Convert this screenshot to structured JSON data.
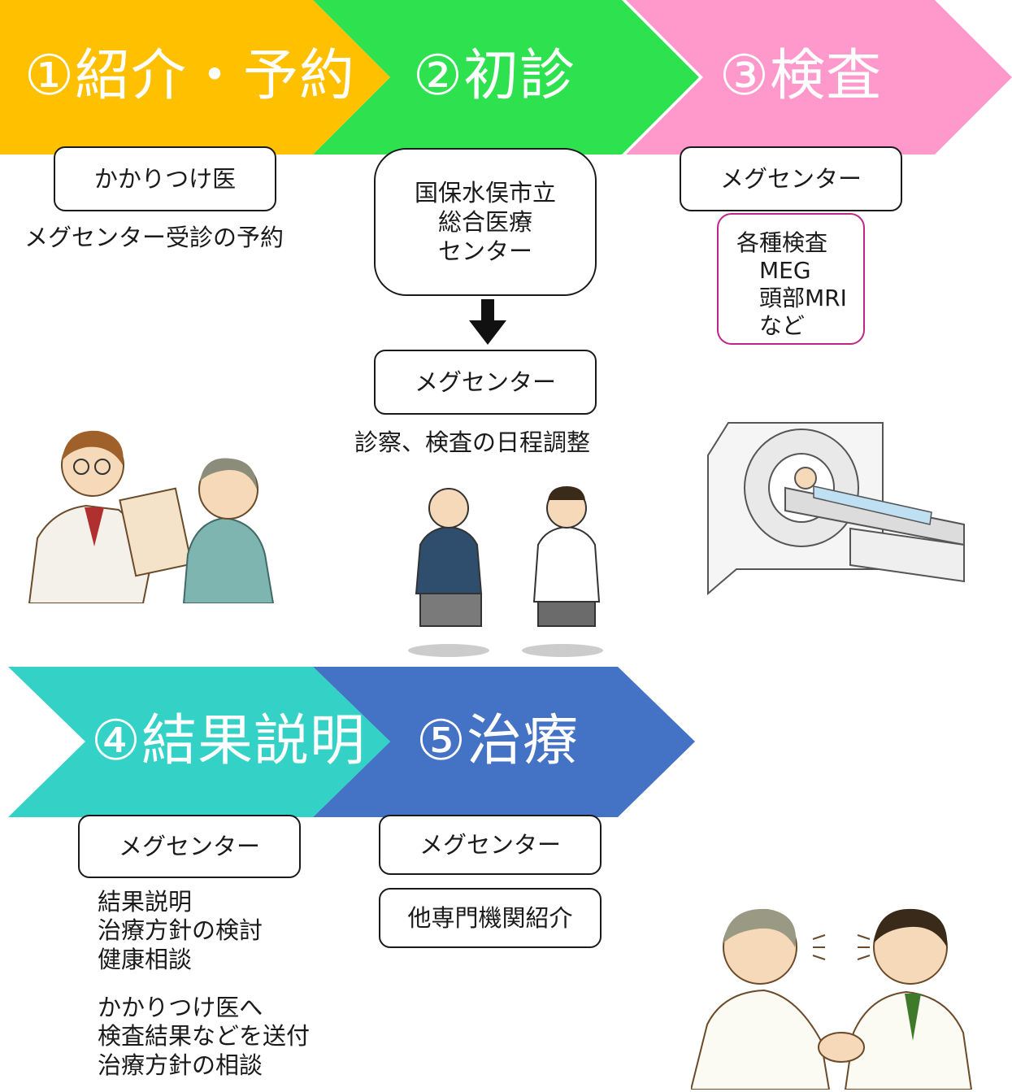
{
  "steps": {
    "s1": "①紹介・予約",
    "s2": "②初診",
    "s3": "③検査",
    "s4": "④結果説明",
    "s5": "⑤治療"
  },
  "colors": {
    "step1": "#ffc000",
    "step2": "#2de24e",
    "step3": "#ff99cc",
    "step4": "#33d1c6",
    "step5": "#4472c4",
    "exam_box_border": "#c0268a"
  },
  "col1": {
    "box": "かかりつけ医",
    "note": "メグセンター受診の予約"
  },
  "col2": {
    "hospital_lines": [
      "国保水俣市立",
      "総合医療",
      "センター"
    ],
    "box2": "メグセンター",
    "note": "診察、検査の日程調整"
  },
  "col3": {
    "box": "メグセンター",
    "exams": [
      "各種検査",
      "MEG",
      "頭部MRI",
      "など"
    ]
  },
  "col4": {
    "box": "メグセンター",
    "note1": [
      "結果説明",
      "治療方針の検討",
      "健康相談"
    ],
    "note2": [
      "かかりつけ医へ",
      "検査結果などを送付",
      "治療方針の相談"
    ]
  },
  "col5": {
    "box": "メグセンター",
    "box2": "他専門機関紹介"
  }
}
